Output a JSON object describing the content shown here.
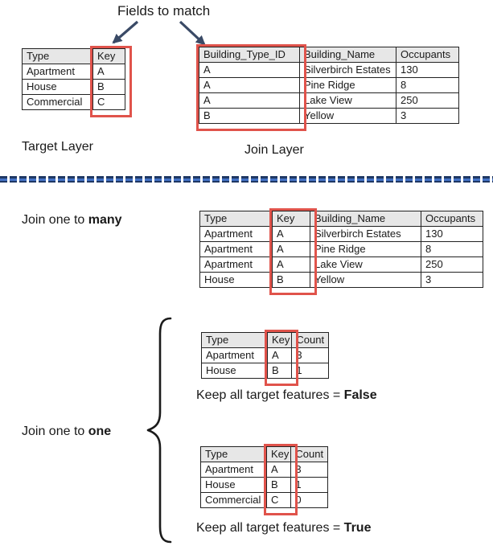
{
  "colors": {
    "red_box": "#e0534b",
    "header_fill": "#e7e7e7",
    "arrow": "#3a4a66",
    "divider_blue": "#4472c4",
    "divider_dark": "#1f3864",
    "table_border": "#222222"
  },
  "annotation": {
    "fields_to_match": "Fields to match"
  },
  "layer_labels": {
    "target": "Target Layer",
    "join": "Join Layer"
  },
  "section_labels": {
    "one_to_many_prefix": "Join one to ",
    "one_to_many_bold": "many",
    "one_to_one_prefix": "Join one to ",
    "one_to_one_bold": "one"
  },
  "captions": {
    "false_prefix": "Keep all target features = ",
    "false_bold": "False",
    "true_prefix": "Keep all target features = ",
    "true_bold": "True"
  },
  "tables": {
    "target": {
      "headers": [
        "Type",
        "Key"
      ],
      "rows": [
        [
          "Apartment",
          "A"
        ],
        [
          "House",
          "B"
        ],
        [
          "Commercial",
          "C"
        ]
      ]
    },
    "join": {
      "headers": [
        "Building_Type_ID",
        "Building_Name",
        "Occupants"
      ],
      "rows": [
        [
          "A",
          "Silverbirch Estates",
          "130"
        ],
        [
          "A",
          "Pine Ridge",
          "8"
        ],
        [
          "A",
          "Lake View",
          "250"
        ],
        [
          "B",
          "Yellow",
          "3"
        ]
      ]
    },
    "one_to_many": {
      "headers": [
        "Type",
        "Key",
        "Building_Name",
        "Occupants"
      ],
      "rows": [
        [
          "Apartment",
          "A",
          "Silverbirch Estates",
          "130"
        ],
        [
          "Apartment",
          "A",
          "Pine Ridge",
          "8"
        ],
        [
          "Apartment",
          "A",
          "Lake View",
          "250"
        ],
        [
          "House",
          "B",
          "Yellow",
          "3"
        ]
      ]
    },
    "one_to_one_false": {
      "headers": [
        "Type",
        "Key",
        "Count"
      ],
      "rows": [
        [
          "Apartment",
          "A",
          "3"
        ],
        [
          "House",
          "B",
          "1"
        ]
      ]
    },
    "one_to_one_true": {
      "headers": [
        "Type",
        "Key",
        "Count"
      ],
      "rows": [
        [
          "Apartment",
          "A",
          "3"
        ],
        [
          "House",
          "B",
          "1"
        ],
        [
          "Commercial",
          "C",
          "0"
        ]
      ]
    }
  }
}
